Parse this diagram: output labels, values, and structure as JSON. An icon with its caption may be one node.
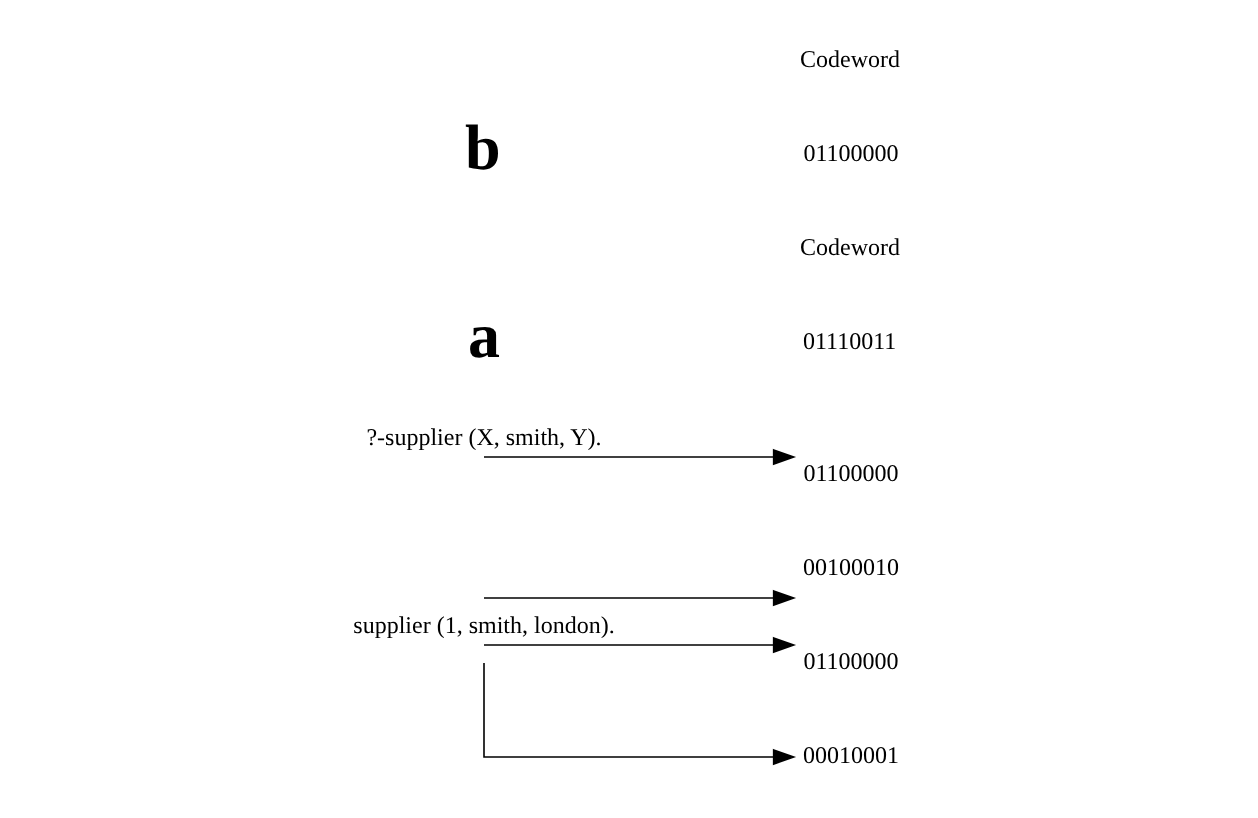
{
  "diagram": {
    "nodes": [
      {
        "text": [
          "supplier (1, smith, london)."
        ]
      },
      {
        "text": [
          "00100010"
        ]
      },
      {
        "text": [
          "01100000"
        ]
      },
      {
        "text": [
          "00010001"
        ]
      },
      {
        "text": [
          "?-supplier (X, smith, Y)."
        ]
      },
      {
        "text": [
          "01100000"
        ]
      }
    ],
    "edges": [
      {
        "from": 0,
        "to": 1,
        "arrow": "to"
      },
      {
        "from": 0,
        "to": 2,
        "arrow": "to"
      },
      {
        "from": 0,
        "to": 3,
        "arrow": "to"
      },
      {
        "from": 4,
        "to": 5,
        "arrow": "to"
      }
    ],
    "labels": [
      "a",
      "Codeword",
      "01110011",
      "b",
      "Codeword",
      "01100000"
    ]
  }
}
